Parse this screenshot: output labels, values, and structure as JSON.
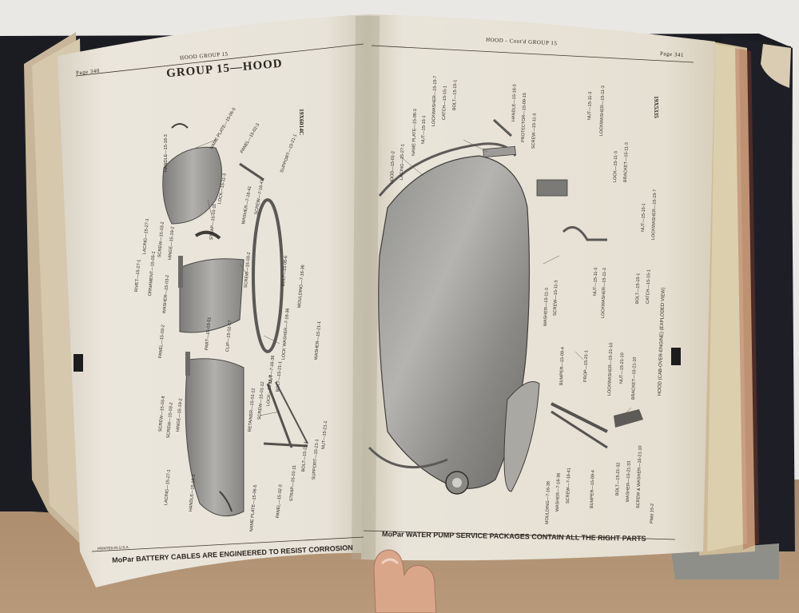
{
  "left_page": {
    "header_title": "HOOD GROUP 15",
    "page_number": "Page 340",
    "group_title": "GROUP 15—HOOD",
    "catalog_code": "19X6014C",
    "printed_note": "PRINTED IN U.S.A.",
    "footer": "MoPar BATTERY CABLES ARE ENGINEERED TO RESIST CORROSION",
    "part_labels": [
      "HANDLE—15-18-3",
      "NAME PLATE—15-06-5",
      "PANEL—15-02-3",
      "SUPPORT—15-21-1",
      "LOCK—15-11-3",
      "SCREW—7-16-41",
      "WASHER—7-16-41",
      "STRAP—15-01-11",
      "LACING—15-27-1",
      "SCREW—15-03-2",
      "HINGE—15-19-2",
      "RIVET—15-27-1",
      "ORNAMENT—15-05-1",
      "WASHER—15-03-2",
      "SCREW—15-03-2",
      "BOLT—15-06-6",
      "MOULDING—7-16-36",
      "PANEL—15-03-2",
      "PART—15-03-51",
      "CLIP—15-02-17",
      "LOCK WASHER—7-16-36",
      "NUT—7-16-36",
      "WASHER—15-21-1",
      "SCREW—15-03-8",
      "SCREW—15-03-2",
      "HINGE—15-19-2",
      "RETAINER—15-01-12",
      "SCREW—15-01-12",
      "LOCK—15-11-3",
      "BOLT—15-21-1",
      "LACING—15-27-1",
      "HANDLE—15-18-3",
      "BOLT—15-21-1",
      "SUPPORT—15-21-1",
      "NUT—15-21-1",
      "STRAP—15-01-11",
      "PANEL—15-02-3",
      "NAME PLATE—15-06-5"
    ]
  },
  "right_page": {
    "header_title": "HOOD - Cont'd GROUP 15",
    "page_number": "Page 341",
    "catalog_code": "19X5335",
    "footer": "MoPar WATER PUMP SERVICE PACKAGES CONTAIN ALL THE RIGHT PARTS",
    "caption": "HOOD (CAB-OVER-ENGINE) (EXPLODED VIEW)",
    "plate": "Plate 15-2",
    "part_labels": [
      "HOOD—15-01-2",
      "LACING—15-27-1",
      "NAME PLATE—15-06-3",
      "NUT—15-15-1",
      "LOCKWASHER—15-15-7",
      "CATCH—15-15-1",
      "BOLT—15-15-1",
      "HANDLE—15-18-3",
      "PROTECTOR—15-09-15",
      "SCREW—15-11-3",
      "NUT—15-11-3",
      "LOCKWASHER—15-11-3",
      "LOCK—15-11-3",
      "BRACKET—15-11-3",
      "LOCKWASHER—15-15-7",
      "NUT—15-15-1",
      "WASHER—15-11-3",
      "SCREW—15-11-3",
      "NUT—15-11-3",
      "LOCKWASHER—15-11-3",
      "BOLT—15-15-1",
      "CATCH—15-15-1",
      "BUMPER—15-09-4",
      "PROP—15-21-1",
      "LOCKWASHER—15-21-10",
      "NUT—15-21-10",
      "BRACKET—15-21-10",
      "BOLT—15-21-32",
      "WASHER—15-21-33",
      "SCREW & WASHER—15-21-10",
      "BUMPER—15-09-4",
      "SCREW—7-16-41",
      "WASHER—7-16-36",
      "MOULDING—7-16-36"
    ]
  }
}
